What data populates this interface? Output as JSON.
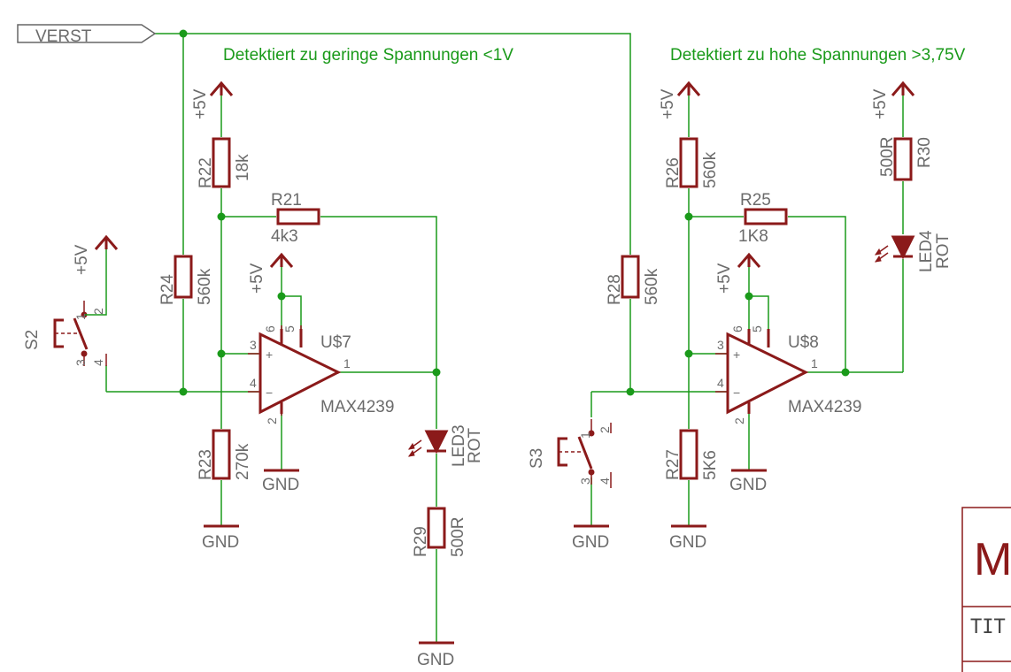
{
  "net_label": "VERST",
  "notes": {
    "left": "Detektiert zu geringe Spannungen <1V",
    "right": "Detektiert zu hohe Spannungen >3,75V"
  },
  "supply": "+5V",
  "ground": "GND",
  "resistors": {
    "r22": {
      "name": "R22",
      "value": "18k"
    },
    "r21": {
      "name": "R21",
      "value": "4k3"
    },
    "r24": {
      "name": "R24",
      "value": "560k"
    },
    "r23": {
      "name": "R23",
      "value": "270k"
    },
    "r29": {
      "name": "R29",
      "value": "500R"
    },
    "r26": {
      "name": "R26",
      "value": "560k"
    },
    "r25": {
      "name": "R25",
      "value": "1K8"
    },
    "r28": {
      "name": "R28",
      "value": "560k"
    },
    "r27": {
      "name": "R27",
      "value": "5K6"
    },
    "r30": {
      "name": "R30",
      "value": "500R"
    }
  },
  "opamps": {
    "u7": {
      "name": "U$7",
      "value": "MAX4239"
    },
    "u8": {
      "name": "U$8",
      "value": "MAX4239"
    }
  },
  "leds": {
    "led3": {
      "name": "LED3",
      "value": "ROT"
    },
    "led4": {
      "name": "LED4",
      "value": "ROT"
    }
  },
  "switches": {
    "s2": {
      "name": "S2"
    },
    "s3": {
      "name": "S3"
    }
  },
  "pins": {
    "p1": "1",
    "p2": "2",
    "p3": "3",
    "p4": "4",
    "p5": "5",
    "p6": "6"
  },
  "title_block": {
    "big_letter": "M",
    "field": "TIT"
  }
}
